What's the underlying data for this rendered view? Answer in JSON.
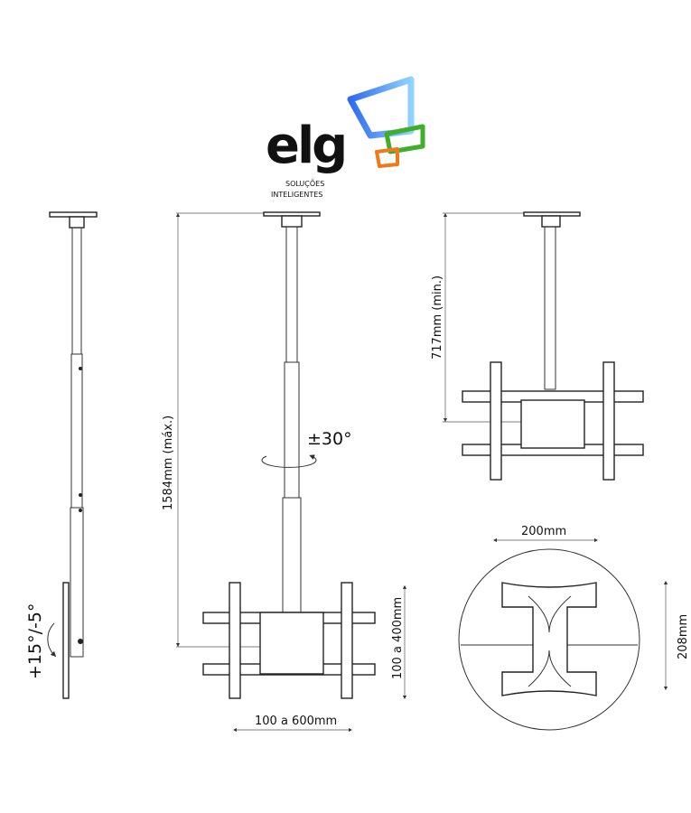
{
  "logo": {
    "wordmark": "elg",
    "tagline_1": "SOLUÇÕES",
    "tagline_2": "INTELIGENTES"
  },
  "labels": {
    "max_height": "1584mm (máx.)",
    "rotation": "±30°",
    "min_height": "717mm (min.)",
    "vesa_vertical": "100 a 400mm",
    "vesa_horizontal": "100 a 600mm",
    "plate_width": "200mm",
    "plate_height": "208mm",
    "tilt": "+15°/-5°"
  },
  "colors": {
    "blue": "#2f6bf0",
    "light_blue": "#8fd3ff",
    "green": "#3fae2a",
    "orange": "#f07a1a",
    "yellow": "#f5c21a"
  }
}
